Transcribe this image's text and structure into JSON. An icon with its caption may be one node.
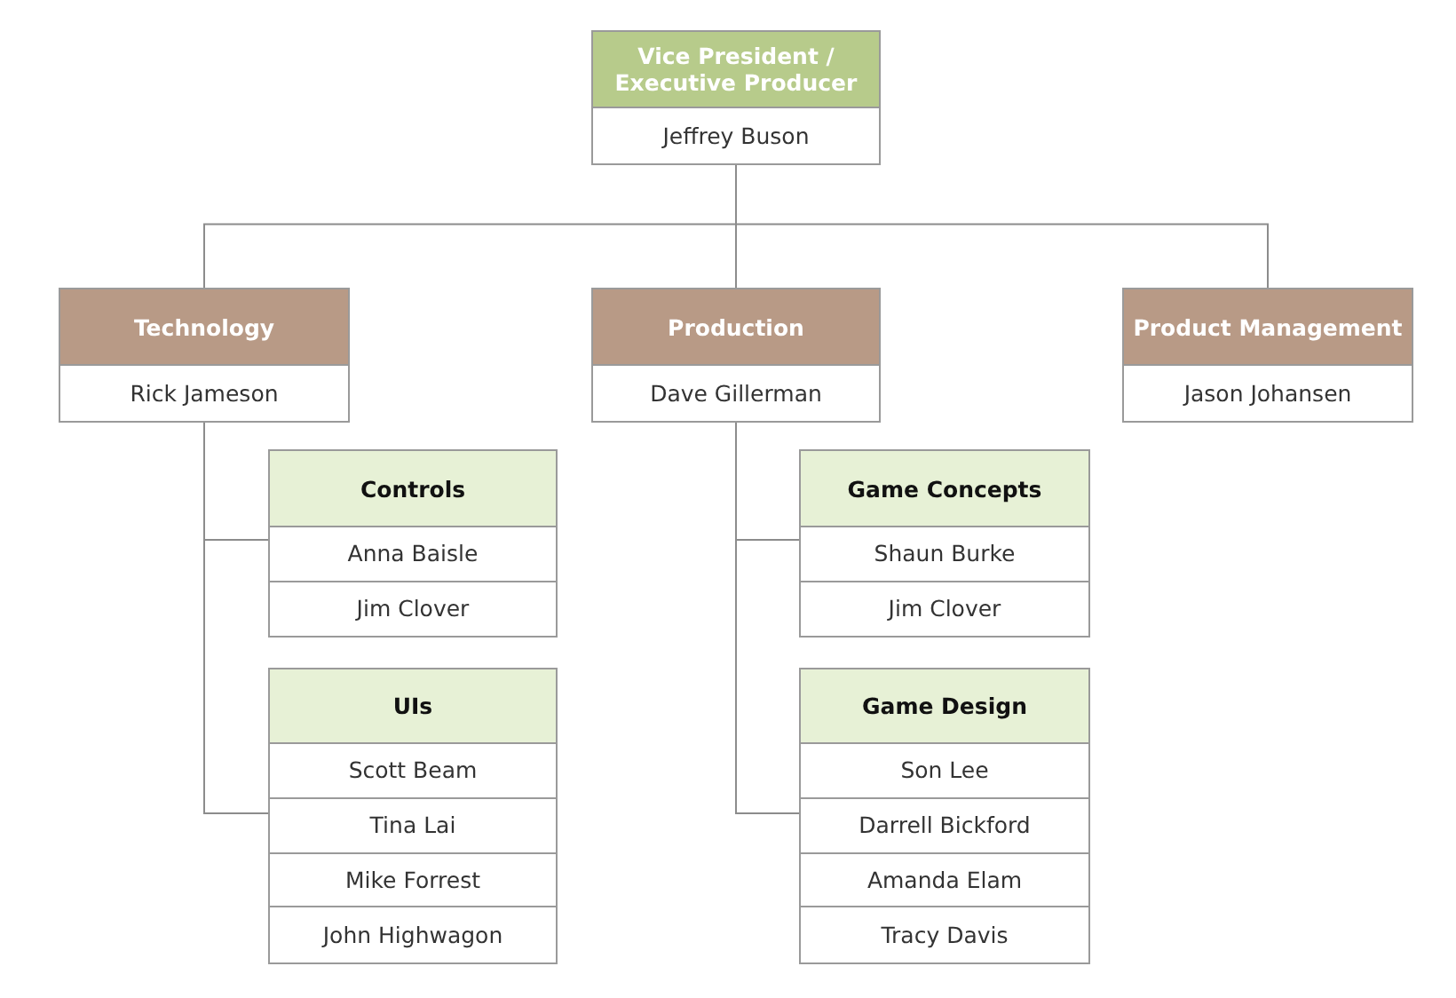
{
  "diagram": {
    "nodes": [
      {
        "text": [
          "Vice President / Executive Producer",
          "Jeffrey Buson"
        ]
      },
      {
        "text": [
          "Technology",
          "Rick Jameson"
        ]
      },
      {
        "text": [
          "Production",
          "Dave Gillerman"
        ]
      },
      {
        "text": [
          "Product Management",
          "Jason Johansen"
        ]
      },
      {
        "text": [
          "Controls",
          "Anna Baisle",
          "Jim Clover"
        ]
      },
      {
        "text": [
          "UIs",
          "Scott Beam",
          "Tina Lai",
          "Mike Forrest",
          "John Highwagon"
        ]
      },
      {
        "text": [
          "Game Concepts",
          "Shaun Burke",
          "Jim Clover"
        ]
      },
      {
        "text": [
          "Game Design",
          "Son Lee",
          "Darrell Bickford",
          "Amanda Elam",
          "Tracy Davis"
        ]
      }
    ],
    "edges": [
      {
        "from": 0,
        "to": 1,
        "arrow": "none"
      },
      {
        "from": 0,
        "to": 2,
        "arrow": "none"
      },
      {
        "from": 0,
        "to": 3,
        "arrow": "none"
      },
      {
        "from": 1,
        "to": 4,
        "arrow": "none"
      },
      {
        "from": 1,
        "to": 5,
        "arrow": "none"
      },
      {
        "from": 2,
        "to": 6,
        "arrow": "none"
      },
      {
        "from": 2,
        "to": 7,
        "arrow": "none"
      }
    ]
  }
}
